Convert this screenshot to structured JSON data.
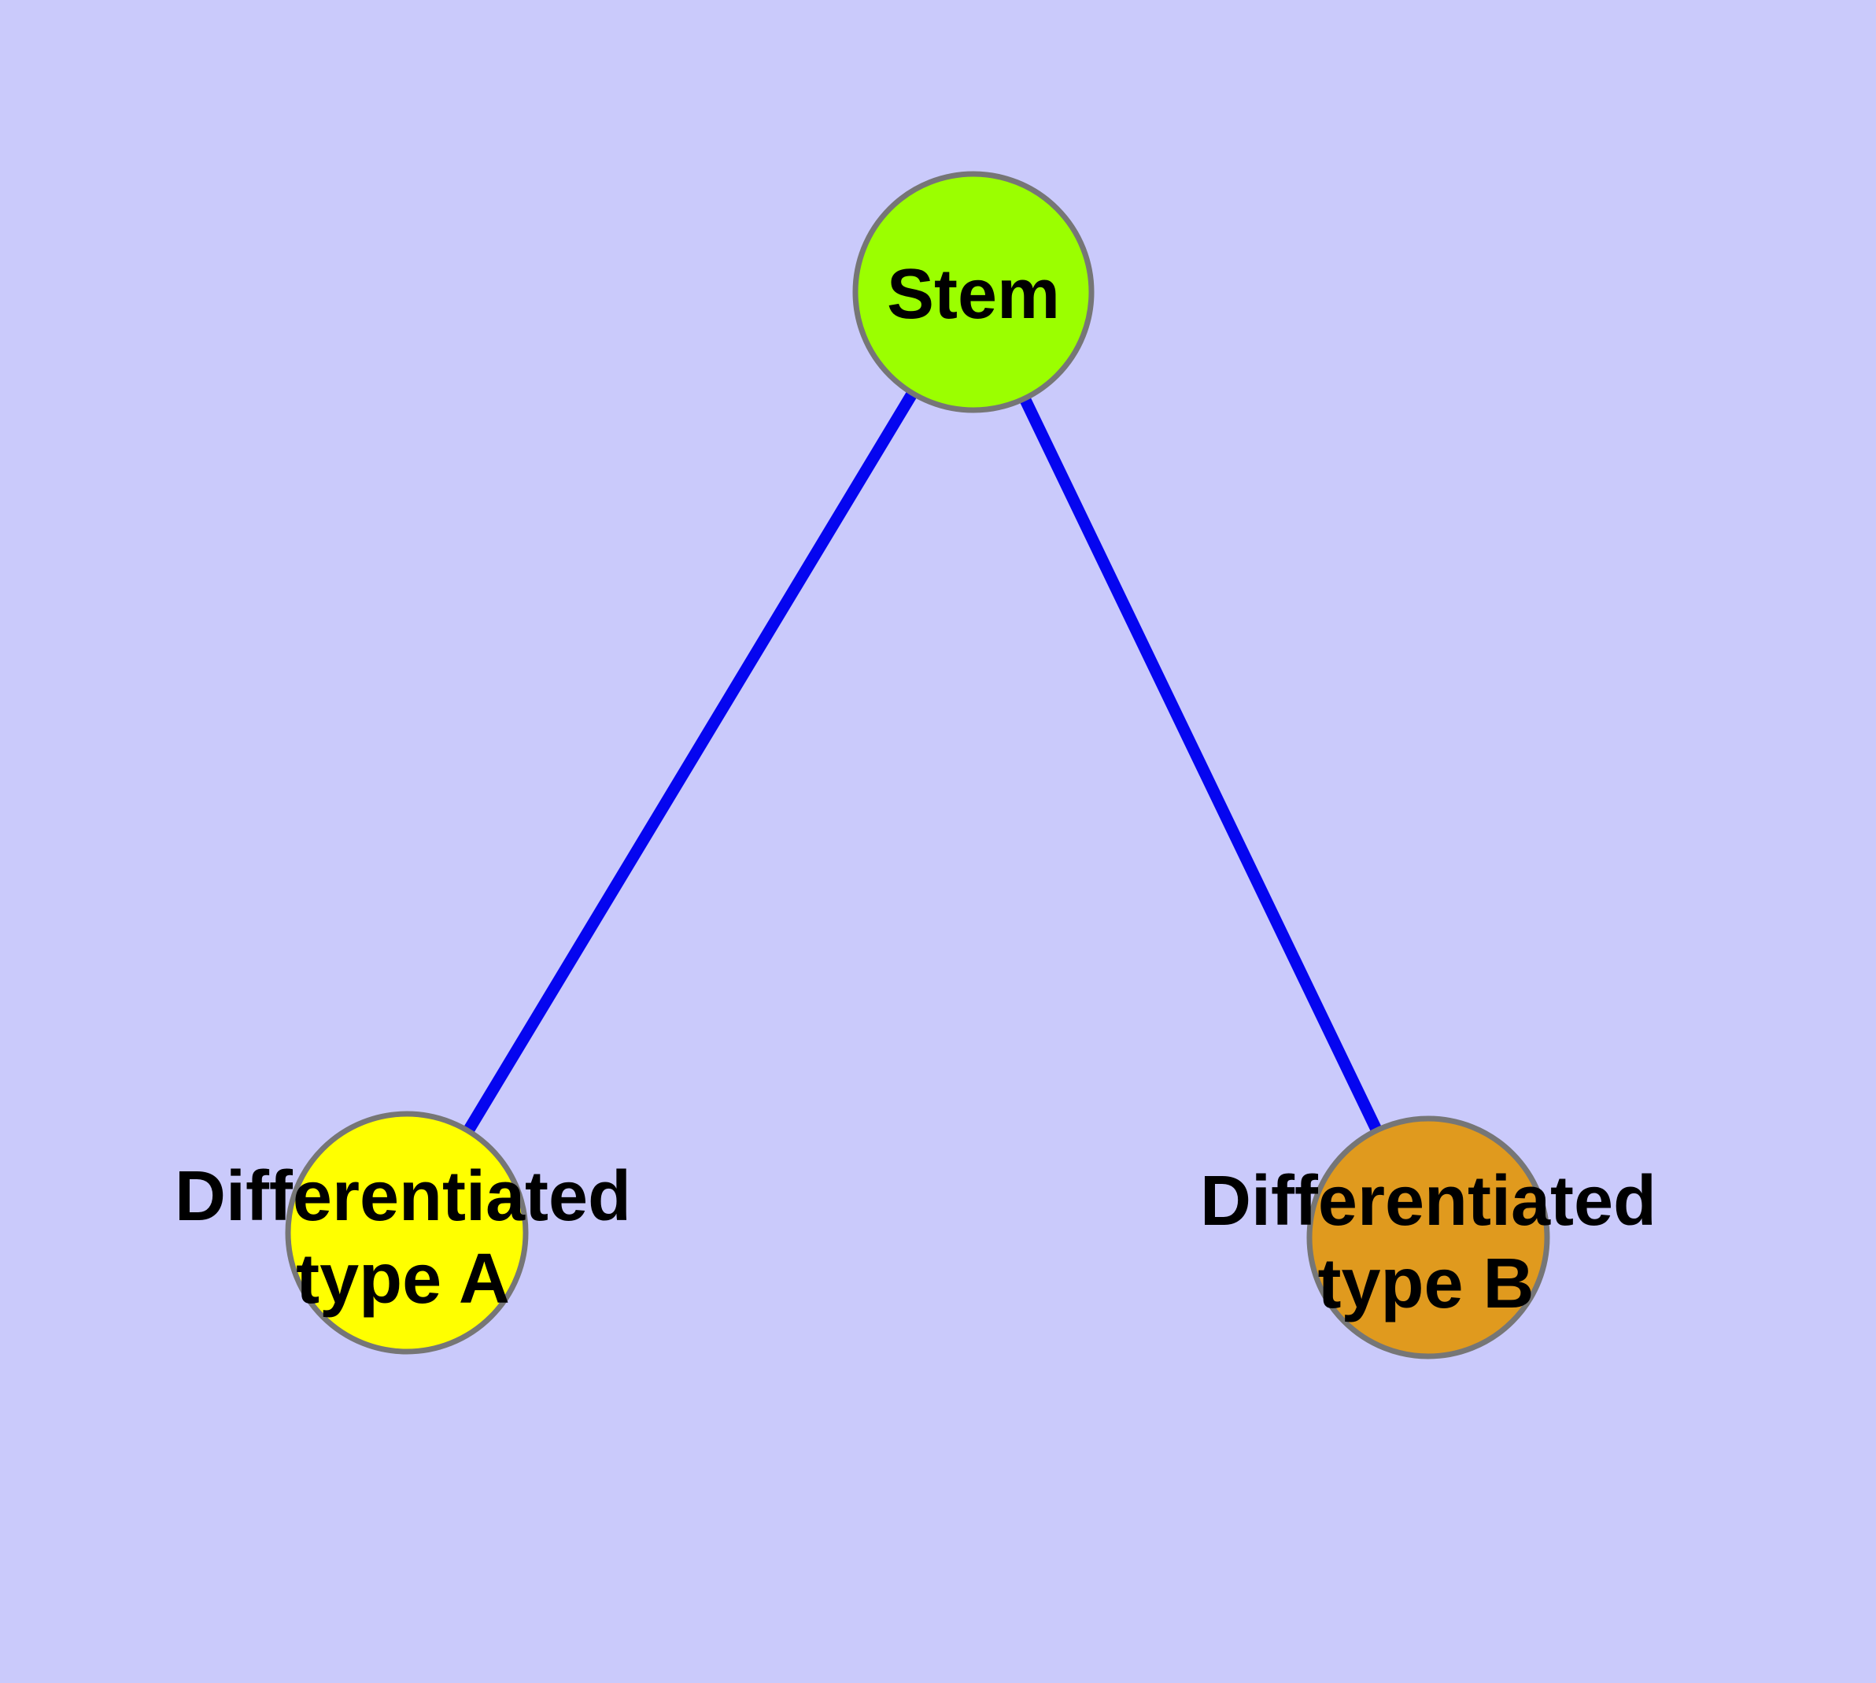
{
  "background_color": "#CACAFB",
  "graph": {
    "type": "node-edge-diagram",
    "edge_color": "#0505F0",
    "edge_width": 15,
    "node_border_color": "#767676",
    "node_border_width": 7,
    "label_color": "#000000",
    "nodes": [
      {
        "id": "stem",
        "label": "Stem",
        "label_line1": "Stem",
        "label_line2": "",
        "fill": "#9BFF00"
      },
      {
        "id": "differentiated-type-a",
        "label": "Differentiated type A",
        "label_line1": "Differentiated",
        "label_line2": "type A",
        "fill": "#FFFF00"
      },
      {
        "id": "differentiated-type-b",
        "label": "Differentiated type B",
        "label_line1": "Differentiated",
        "label_line2": "type B",
        "fill": "#E09A1E"
      }
    ],
    "edges": [
      {
        "source": "stem",
        "target": "differentiated-type-a"
      },
      {
        "source": "stem",
        "target": "differentiated-type-b"
      }
    ]
  }
}
